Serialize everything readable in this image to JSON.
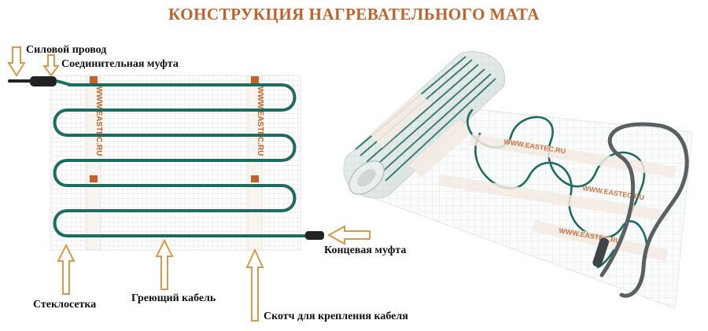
{
  "title": "КОНСТРУКЦИЯ НАГРЕВАТЕЛЬНОГО МАТА",
  "labels": {
    "power_wire": "Силовой провод",
    "connector": "Соединительная муфта",
    "end_sleeve": "Концевая муфта",
    "fiberglass_mesh": "Стеклосетка",
    "heating_cable": "Греющий кабель",
    "tape": "Скотч для крепления кабеля"
  },
  "tape_text": "WWW.EASTEC.RU",
  "roll_text": "WWW.EASTEC.RU",
  "colors": {
    "title": "#c0622a",
    "cable": "#1e6b60",
    "arrow": "#d69a48",
    "tape": "#f7f2ec",
    "tape_text": "#c0622a",
    "mesh": "#dcdcdc"
  }
}
